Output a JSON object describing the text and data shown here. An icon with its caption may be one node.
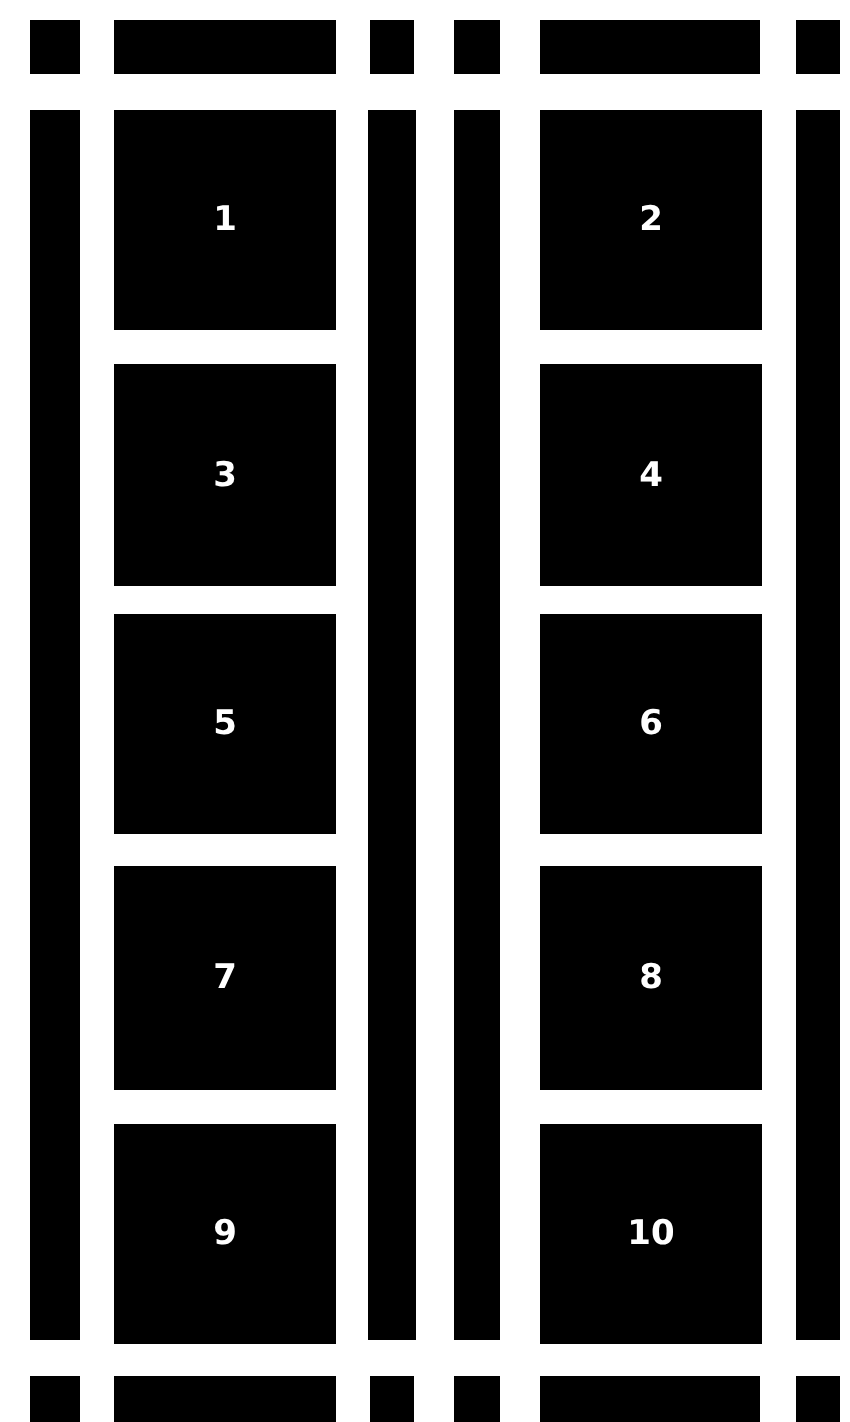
{
  "diagram": {
    "nodes": [
      {
        "text": [
          "1"
        ]
      },
      {
        "text": [
          "2"
        ]
      },
      {
        "text": [
          "3"
        ]
      },
      {
        "text": [
          "4"
        ]
      },
      {
        "text": [
          "5"
        ]
      },
      {
        "text": [
          "6"
        ]
      },
      {
        "text": [
          "7"
        ]
      },
      {
        "text": [
          "8"
        ]
      },
      {
        "text": [
          "9"
        ]
      },
      {
        "text": [
          "10"
        ]
      }
    ]
  }
}
